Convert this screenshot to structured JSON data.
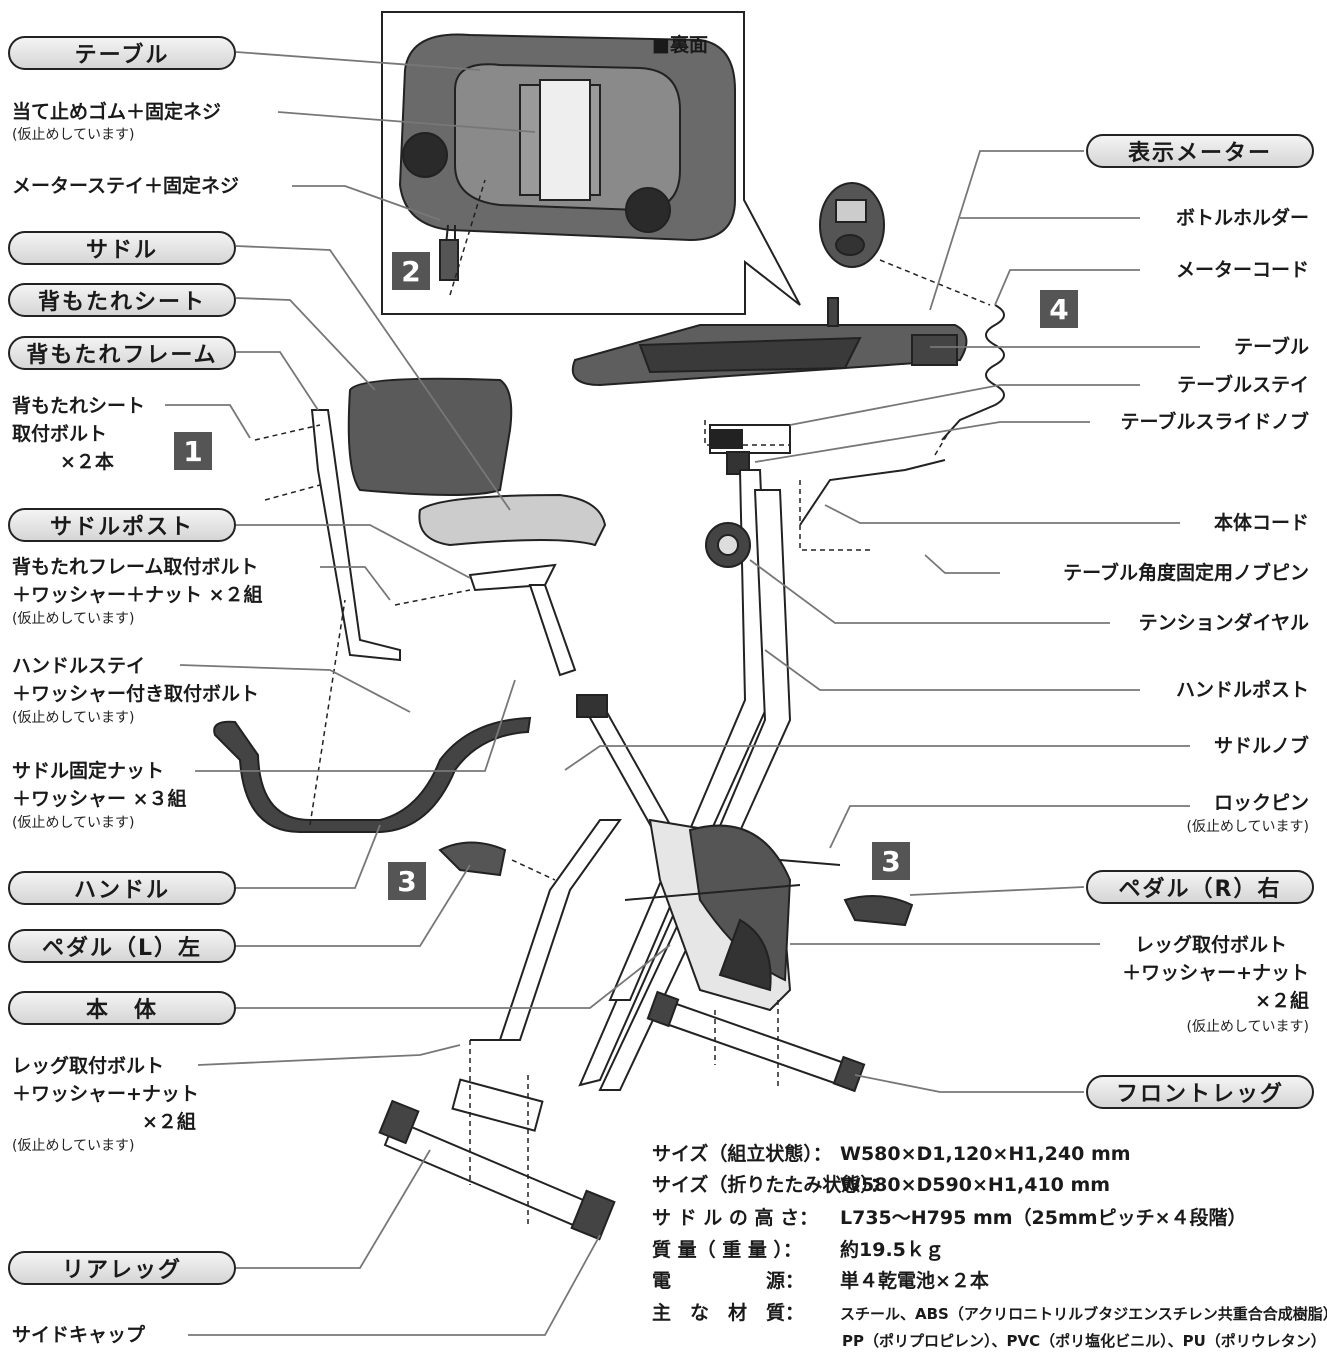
{
  "pills": {
    "table_top": "テーブル",
    "saddle": "サドル",
    "backrest_seat": "背もたれシート",
    "backrest_frame": "背もたれフレーム",
    "saddle_post": "サドルポスト",
    "handle": "ハンドル",
    "pedal_left": "ペダル（L）左",
    "body": "本　体",
    "rear_leg": "リアレッグ",
    "display_meter": "表示メーター",
    "pedal_right": "ペダル（R）右",
    "front_leg": "フロントレッグ"
  },
  "left_labels": {
    "stopper_rubber": "当て止めゴム＋固定ネジ",
    "stopper_note": "(仮止めしています)",
    "meter_stay": "メーターステイ＋固定ネジ",
    "backrest_bolt_1": "背もたれシート",
    "backrest_bolt_2": "取付ボルト",
    "backrest_bolt_3": "×２本",
    "frame_bolt_1": "背もたれフレーム取付ボルト",
    "frame_bolt_2": "＋ワッシャー＋ナット ×２組",
    "frame_bolt_note": "(仮止めしています)",
    "handle_stay_1": "ハンドルステイ",
    "handle_stay_2": "＋ワッシャー付き取付ボルト",
    "handle_stay_note": "(仮止めしています)",
    "saddle_nut_1": "サドル固定ナット",
    "saddle_nut_2": "＋ワッシャー ×３組",
    "saddle_nut_note": "(仮止めしています)",
    "rear_bolt_1": "レッグ取付ボルト",
    "rear_bolt_2": "＋ワッシャー+ナット",
    "rear_bolt_3": "×２組",
    "rear_bolt_note": "(仮止めしています)",
    "side_cap": "サイドキャップ"
  },
  "right_labels": {
    "bottle_holder": "ボトルホルダー",
    "meter_cord": "メーターコード",
    "table": "テーブル",
    "table_stay": "テーブルステイ",
    "table_slide_knob": "テーブルスライドノブ",
    "body_cord": "本体コード",
    "angle_pin": "テーブル角度固定用ノブピン",
    "tension_dial": "テンションダイヤル",
    "handle_post": "ハンドルポスト",
    "saddle_knob": "サドルノブ",
    "lock_pin": "ロックピン",
    "lock_pin_note": "(仮止めしています)",
    "front_bolt_1": "レッグ取付ボルト",
    "front_bolt_2": "＋ワッシャー+ナット",
    "front_bolt_3": "×２組",
    "front_bolt_note": "(仮止めしています)"
  },
  "inset": {
    "title": "■裏面"
  },
  "steps": {
    "s1": "1",
    "s2": "2",
    "s3a": "3",
    "s3b": "3",
    "s4": "4"
  },
  "specs": [
    {
      "key": "サイズ（組立状態）：",
      "value": "W580×D1,120×H1,240 mm"
    },
    {
      "key": "サイズ（折りたたみ状態）：",
      "value": "W580×D590×H1,410 mm"
    },
    {
      "key": "サ ド ル の 高 さ：",
      "value": "L735～H795 mm（25mmピッチ×４段階）"
    },
    {
      "key": "質 量（ 重 量 ）：",
      "value": "約19.5ｋｇ"
    },
    {
      "key": "電　　　　　源：",
      "value": "単４乾電池×２本"
    },
    {
      "key": "主　な　材　質：",
      "value": "スチール、ABS（アクリロニトリルブタジエンスチレン共重合合成樹脂）、"
    }
  ],
  "spec_continuation": "PP（ポリプロピレン）、PVC（ポリ塩化ビニル）、PU（ポリウレタン）"
}
